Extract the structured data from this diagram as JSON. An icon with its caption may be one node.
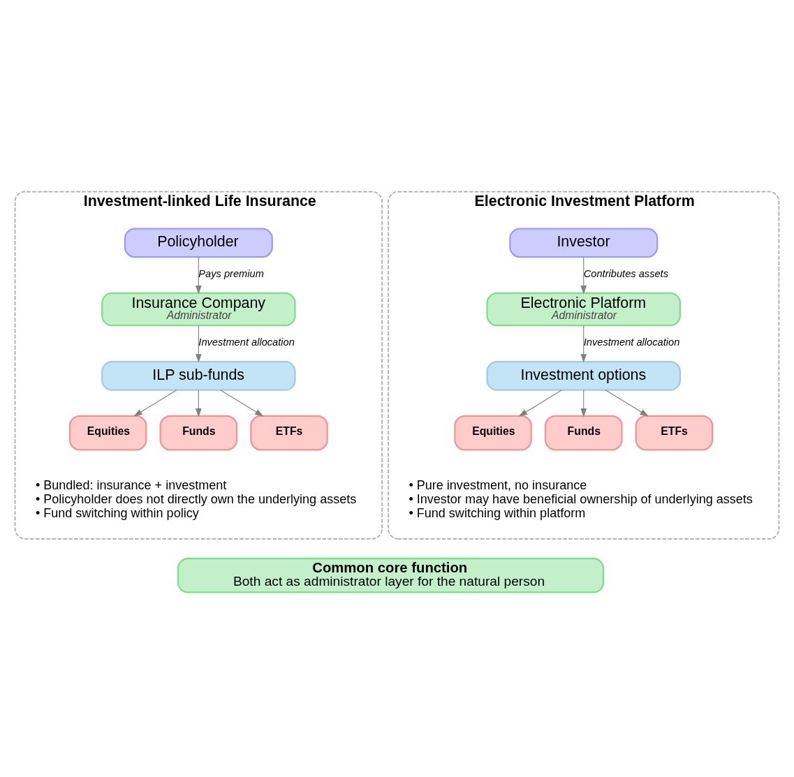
{
  "diagram": {
    "nodes": [
      {
        "text": [
          "Investment-linked Life Insurance"
        ]
      },
      {
        "text": [
          "Policyholder"
        ],
        "in": 0
      },
      {
        "text": [
          "Insurance Company",
          "Administrator"
        ],
        "in": 0
      },
      {
        "text": [
          "ILP sub-funds"
        ],
        "in": 0
      },
      {
        "text": [
          "Equities"
        ],
        "in": 0
      },
      {
        "text": [
          "Funds"
        ],
        "in": 0
      },
      {
        "text": [
          "ETFs"
        ],
        "in": 0
      },
      {
        "text": [
          "Electronic Investment Platform"
        ]
      },
      {
        "text": [
          "Investor"
        ],
        "in": 7
      },
      {
        "text": [
          "Electronic Platform",
          "Administrator"
        ],
        "in": 7
      },
      {
        "text": [
          "Investment options"
        ],
        "in": 7
      },
      {
        "text": [
          "Equities"
        ],
        "in": 7
      },
      {
        "text": [
          "Funds"
        ],
        "in": 7
      },
      {
        "text": [
          "ETFs"
        ],
        "in": 7
      },
      {
        "text": [
          "Common core function",
          "Both act as administrator layer for the natural person"
        ]
      }
    ],
    "edges": [
      {
        "from": 1,
        "to": 2,
        "arrow": "to",
        "label": "Pays premium"
      },
      {
        "from": 2,
        "to": 3,
        "arrow": "to",
        "label": "Investment allocation"
      },
      {
        "from": 3,
        "to": 4,
        "arrow": "to"
      },
      {
        "from": 3,
        "to": 5,
        "arrow": "to"
      },
      {
        "from": 3,
        "to": 6,
        "arrow": "to"
      },
      {
        "from": 8,
        "to": 9,
        "arrow": "to",
        "label": "Contributes assets"
      },
      {
        "from": 9,
        "to": 10,
        "arrow": "to",
        "label": "Investment allocation"
      },
      {
        "from": 10,
        "to": 11,
        "arrow": "to"
      },
      {
        "from": 10,
        "to": 12,
        "arrow": "to"
      },
      {
        "from": 10,
        "to": 13,
        "arrow": "to"
      }
    ],
    "labels": [
      "• Bundled: insurance + investment",
      "• Policyholder does not directly own the underlying assets",
      "• Fund switching within policy",
      "• Pure investment, no insurance",
      "• Investor may have beneficial ownership of underlying assets",
      "• Fund switching within platform"
    ]
  }
}
